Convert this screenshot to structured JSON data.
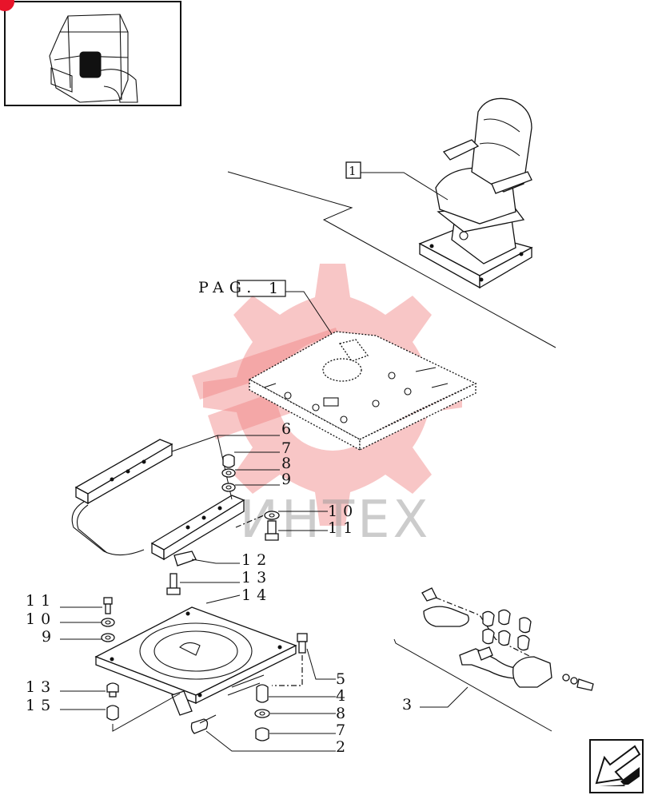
{
  "page_ref": {
    "prefix": "PAG.",
    "box": "1"
  },
  "seat_ref_box": "1",
  "watermark_text": "ИНТЕХ",
  "callouts": {
    "c6": "6",
    "c7a": "7",
    "c8a": "8",
    "c9a": "9",
    "c10a": "10",
    "c11a": "11",
    "c12": "12",
    "c13a": "13",
    "c14": "14",
    "c11b": "11",
    "c10b": "10",
    "c9b": "9",
    "c13b": "13",
    "c15": "15",
    "c5": "5",
    "c4": "4",
    "c8b": "8",
    "c7b": "7",
    "c2": "2",
    "c3": "3"
  },
  "colors": {
    "line": "#111111",
    "watermark": "#f08080",
    "badge": "#e8142a"
  }
}
